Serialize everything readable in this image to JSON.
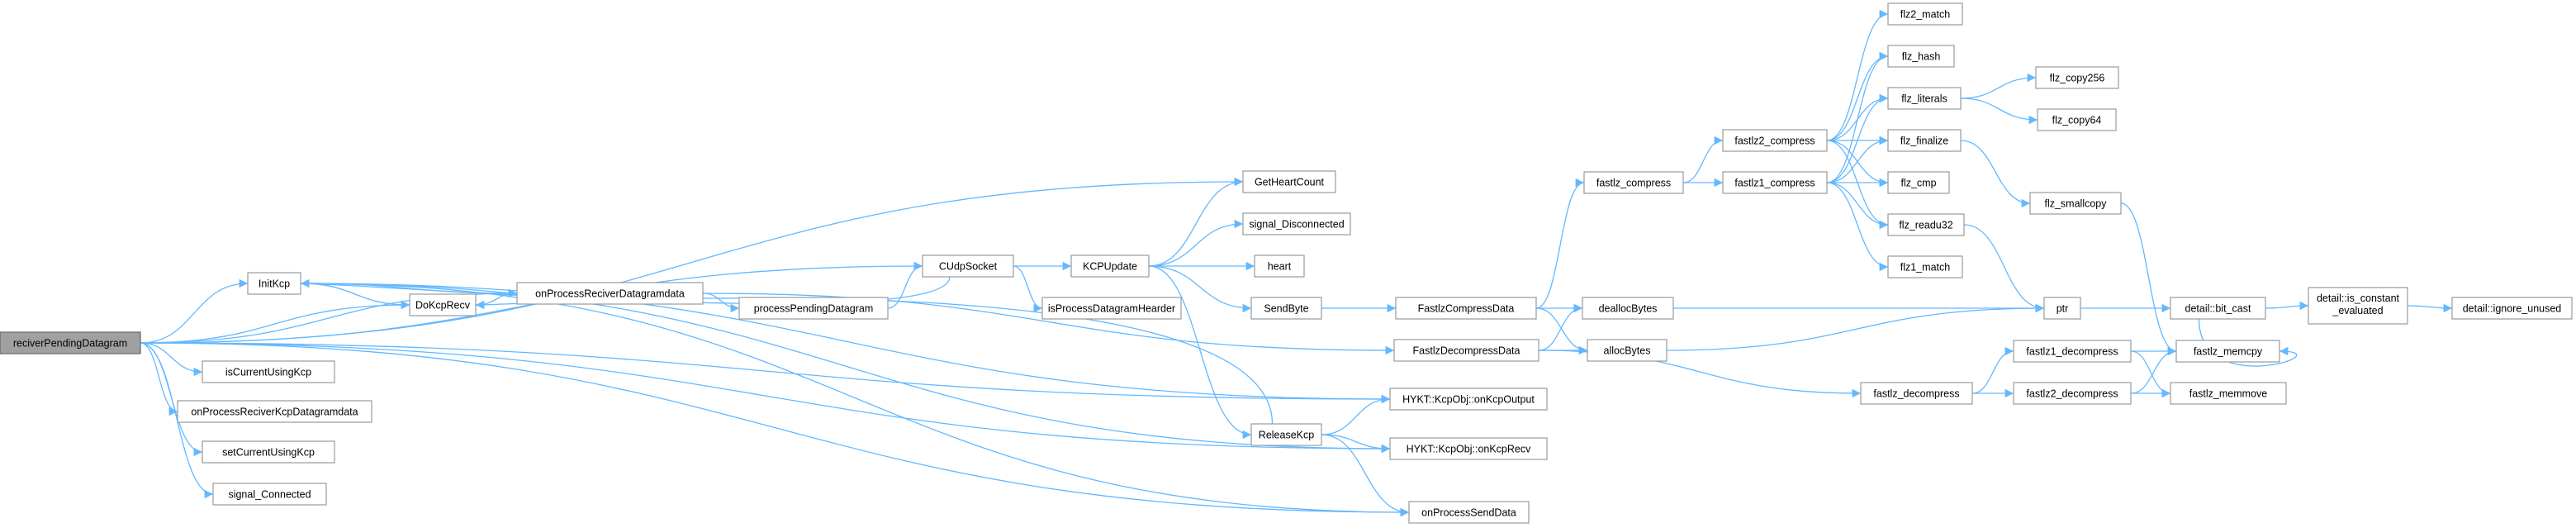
{
  "diagram": {
    "type": "call-graph",
    "edge_color": "#63b8ff",
    "node_fill": "#ffffff",
    "node_border": "#9a9a9a",
    "root_fill": "#a0a0a0",
    "nodes": [
      {
        "id": "root",
        "label": "reciverPendingDatagram",
        "root": true
      },
      {
        "id": "initkcp",
        "label": "InitKcp"
      },
      {
        "id": "iscurrent",
        "label": "isCurrentUsingKcp"
      },
      {
        "id": "onprocessrecvkcp",
        "label": "onProcessReciverKcpDatagramdata"
      },
      {
        "id": "setcurrent",
        "label": "setCurrentUsingKcp"
      },
      {
        "id": "sigconnected",
        "label": "signal_Connected"
      },
      {
        "id": "dokcprecv",
        "label": "DoKcpRecv"
      },
      {
        "id": "onprocessrecv",
        "label": "onProcessReciverDatagramdata"
      },
      {
        "id": "processpending",
        "label": "processPendingDatagram"
      },
      {
        "id": "cudpsocket",
        "label": "CUdpSocket"
      },
      {
        "id": "kcpupdate",
        "label": "KCPUpdate"
      },
      {
        "id": "isprocessheader",
        "label": "isProcessDatagramHearder"
      },
      {
        "id": "getheart",
        "label": "GetHeartCount"
      },
      {
        "id": "sigdisconnected",
        "label": "signal_Disconnected"
      },
      {
        "id": "heart",
        "label": "heart"
      },
      {
        "id": "sendbyte",
        "label": "SendByte"
      },
      {
        "id": "releasekcp",
        "label": "ReleaseKcp"
      },
      {
        "id": "fastlzcompressdata",
        "label": "FastlzCompressData"
      },
      {
        "id": "fastlzdecompressdata",
        "label": "FastlzDecompressData"
      },
      {
        "id": "onkcpoutput",
        "label": "HYKT::KcpObj::onKcpOutput"
      },
      {
        "id": "onkcprecv",
        "label": "HYKT::KcpObj::onKcpRecv"
      },
      {
        "id": "onprocesssend",
        "label": "onProcessSendData"
      },
      {
        "id": "fastlz_compress",
        "label": "fastlz_compress"
      },
      {
        "id": "deallocbytes",
        "label": "deallocBytes"
      },
      {
        "id": "allocbytes",
        "label": "allocBytes"
      },
      {
        "id": "fastlz_decompress",
        "label": "fastlz_decompress"
      },
      {
        "id": "fastlz2_compress",
        "label": "fastlz2_compress"
      },
      {
        "id": "fastlz1_compress",
        "label": "fastlz1_compress"
      },
      {
        "id": "fastlz1_decompress",
        "label": "fastlz1_decompress"
      },
      {
        "id": "fastlz2_decompress",
        "label": "fastlz2_decompress"
      },
      {
        "id": "flz2_match",
        "label": "flz2_match"
      },
      {
        "id": "flz_hash",
        "label": "flz_hash"
      },
      {
        "id": "flz_literals",
        "label": "flz_literals"
      },
      {
        "id": "flz_finalize",
        "label": "flz_finalize"
      },
      {
        "id": "flz_cmp",
        "label": "flz_cmp"
      },
      {
        "id": "flz_readu32",
        "label": "flz_readu32"
      },
      {
        "id": "flz1_match",
        "label": "flz1_match"
      },
      {
        "id": "ptr",
        "label": "ptr"
      },
      {
        "id": "flz_copy256",
        "label": "flz_copy256"
      },
      {
        "id": "flz_copy64",
        "label": "flz_copy64"
      },
      {
        "id": "flz_smallcopy",
        "label": "flz_smallcopy"
      },
      {
        "id": "fastlz_memcpy",
        "label": "fastlz_memcpy"
      },
      {
        "id": "fastlz_memmove",
        "label": "fastlz_memmove"
      },
      {
        "id": "bit_cast",
        "label": "detail::bit_cast"
      },
      {
        "id": "is_constant",
        "label": "detail::is_constant _evaluated",
        "lines": [
          "detail::is_constant",
          "_evaluated"
        ]
      },
      {
        "id": "ignore_unused",
        "label": "detail::ignore_unused"
      }
    ],
    "edges": [
      [
        "root",
        "getheart"
      ],
      [
        "root",
        "cudpsocket"
      ],
      [
        "root",
        "initkcp"
      ],
      [
        "root",
        "iscurrent"
      ],
      [
        "root",
        "onprocessrecvkcp"
      ],
      [
        "root",
        "setcurrent"
      ],
      [
        "root",
        "sigconnected"
      ],
      [
        "root",
        "onprocessrecv"
      ],
      [
        "root",
        "dokcprecv"
      ],
      [
        "root",
        "onkcpoutput"
      ],
      [
        "root",
        "onkcprecv"
      ],
      [
        "root",
        "onprocesssend"
      ],
      [
        "initkcp",
        "dokcprecv"
      ],
      [
        "initkcp",
        "onprocessrecv"
      ],
      [
        "initkcp",
        "onkcpoutput"
      ],
      [
        "initkcp",
        "onkcprecv"
      ],
      [
        "initkcp",
        "onprocesssend"
      ],
      [
        "dokcprecv",
        "onprocessrecv"
      ],
      [
        "onprocessrecv",
        "processpending"
      ],
      [
        "onprocessrecv",
        "fastlzdecompressdata"
      ],
      [
        "processpending",
        "cudpsocket"
      ],
      [
        "cudpsocket",
        "initkcp"
      ],
      [
        "cudpsocket",
        "kcpupdate"
      ],
      [
        "cudpsocket",
        "isprocessheader"
      ],
      [
        "kcpupdate",
        "getheart"
      ],
      [
        "kcpupdate",
        "sigdisconnected"
      ],
      [
        "kcpupdate",
        "heart"
      ],
      [
        "kcpupdate",
        "sendbyte"
      ],
      [
        "kcpupdate",
        "releasekcp"
      ],
      [
        "sendbyte",
        "fastlzcompressdata"
      ],
      [
        "releasekcp",
        "dokcprecv"
      ],
      [
        "releasekcp",
        "onkcpoutput"
      ],
      [
        "releasekcp",
        "onkcprecv"
      ],
      [
        "releasekcp",
        "onprocesssend"
      ],
      [
        "fastlzcompressdata",
        "fastlz_compress"
      ],
      [
        "fastlzcompressdata",
        "deallocbytes"
      ],
      [
        "fastlzcompressdata",
        "allocbytes"
      ],
      [
        "fastlzdecompressdata",
        "deallocbytes"
      ],
      [
        "fastlzdecompressdata",
        "allocbytes"
      ],
      [
        "fastlzdecompressdata",
        "fastlz_decompress"
      ],
      [
        "fastlz_compress",
        "fastlz2_compress"
      ],
      [
        "fastlz_compress",
        "fastlz1_compress"
      ],
      [
        "deallocbytes",
        "ptr"
      ],
      [
        "allocbytes",
        "ptr"
      ],
      [
        "fastlz_decompress",
        "fastlz1_decompress"
      ],
      [
        "fastlz_decompress",
        "fastlz2_decompress"
      ],
      [
        "fastlz2_compress",
        "flz2_match"
      ],
      [
        "fastlz2_compress",
        "flz_hash"
      ],
      [
        "fastlz2_compress",
        "flz_literals"
      ],
      [
        "fastlz2_compress",
        "flz_finalize"
      ],
      [
        "fastlz2_compress",
        "flz_cmp"
      ],
      [
        "fastlz2_compress",
        "flz_readu32"
      ],
      [
        "fastlz1_compress",
        "flz_hash"
      ],
      [
        "fastlz1_compress",
        "flz_literals"
      ],
      [
        "fastlz1_compress",
        "flz_finalize"
      ],
      [
        "fastlz1_compress",
        "flz_cmp"
      ],
      [
        "fastlz1_compress",
        "flz_readu32"
      ],
      [
        "fastlz1_compress",
        "flz1_match"
      ],
      [
        "flz_literals",
        "flz_copy256"
      ],
      [
        "flz_literals",
        "flz_copy64"
      ],
      [
        "flz_finalize",
        "flz_smallcopy"
      ],
      [
        "flz_readu32",
        "ptr"
      ],
      [
        "flz_smallcopy",
        "fastlz_memcpy"
      ],
      [
        "fastlz1_decompress",
        "fastlz_memcpy"
      ],
      [
        "fastlz1_decompress",
        "fastlz_memmove"
      ],
      [
        "fastlz2_decompress",
        "fastlz_memcpy"
      ],
      [
        "fastlz2_decompress",
        "fastlz_memmove"
      ],
      [
        "ptr",
        "bit_cast"
      ],
      [
        "bit_cast",
        "is_constant"
      ],
      [
        "bit_cast",
        "fastlz_memcpy"
      ],
      [
        "is_constant",
        "ignore_unused"
      ]
    ]
  }
}
